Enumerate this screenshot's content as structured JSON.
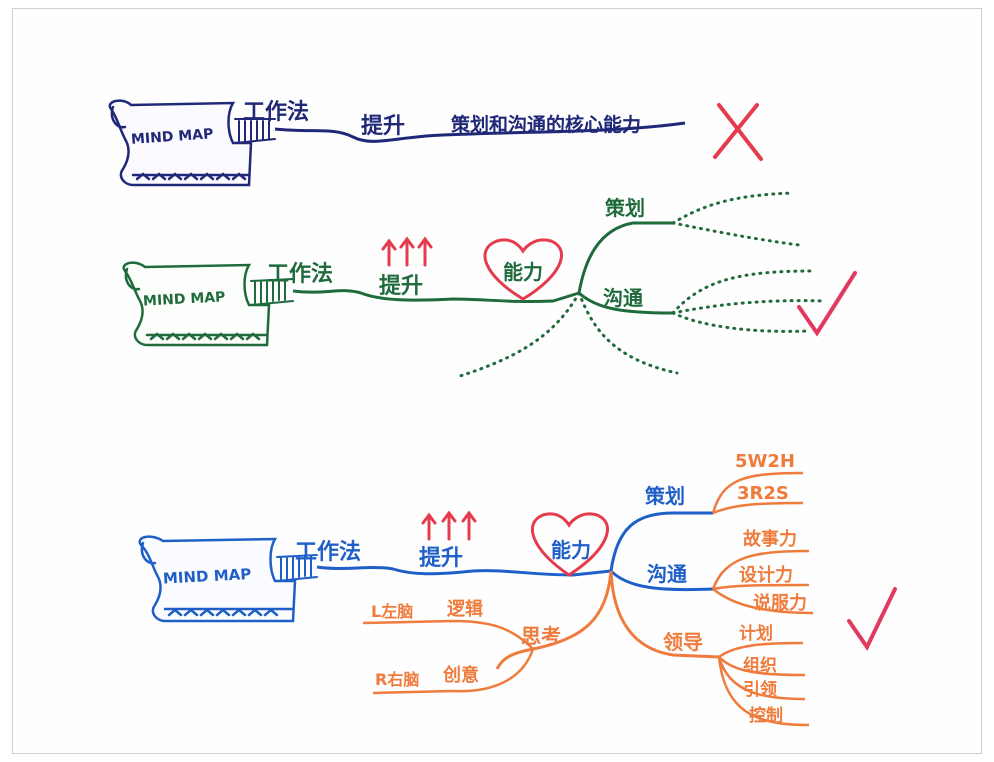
{
  "colors": {
    "navy": "#202878",
    "green": "#1f6b3c",
    "blue": "#1f5fc8",
    "orange": "#ef7b3c",
    "red": "#e43c4c",
    "check": "#e23a5e"
  },
  "diagram1": {
    "banner": "MIND MAP",
    "nodes": [
      "工作法",
      "提升",
      "策划和沟通的核心能力"
    ],
    "mark": "cross"
  },
  "diagram2": {
    "banner": "MIND MAP",
    "nodes": [
      "工作法",
      "提升"
    ],
    "core": "能力",
    "branches": [
      "策划",
      "沟通"
    ],
    "mark": "check"
  },
  "diagram3": {
    "banner": "MIND MAP",
    "nodes": [
      "工作法",
      "提升"
    ],
    "core": "能力",
    "branches": {
      "plan": {
        "label": "策划",
        "children": [
          "5W2H",
          "3R2S"
        ]
      },
      "communicate": {
        "label": "沟通",
        "children": [
          "故事力",
          "设计力",
          "说服力"
        ]
      },
      "lead": {
        "label": "领导",
        "children": [
          "计划",
          "组织",
          "引领",
          "控制"
        ]
      },
      "think": {
        "label": "思考",
        "children": [
          {
            "label": "逻辑",
            "prefix": "L左脑"
          },
          {
            "label": "创意",
            "prefix": "R右脑"
          }
        ]
      }
    },
    "mark": "check"
  }
}
